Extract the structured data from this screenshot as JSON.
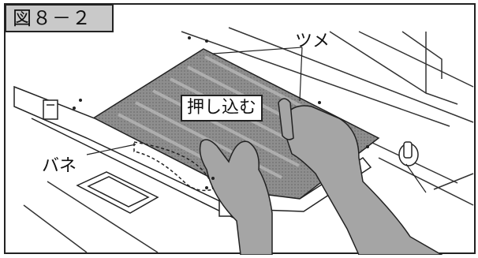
{
  "figure": {
    "label": "図８－２",
    "callouts": {
      "tsume": "ツメ",
      "push_in": "押し込む",
      "spring": "バネ"
    }
  }
}
